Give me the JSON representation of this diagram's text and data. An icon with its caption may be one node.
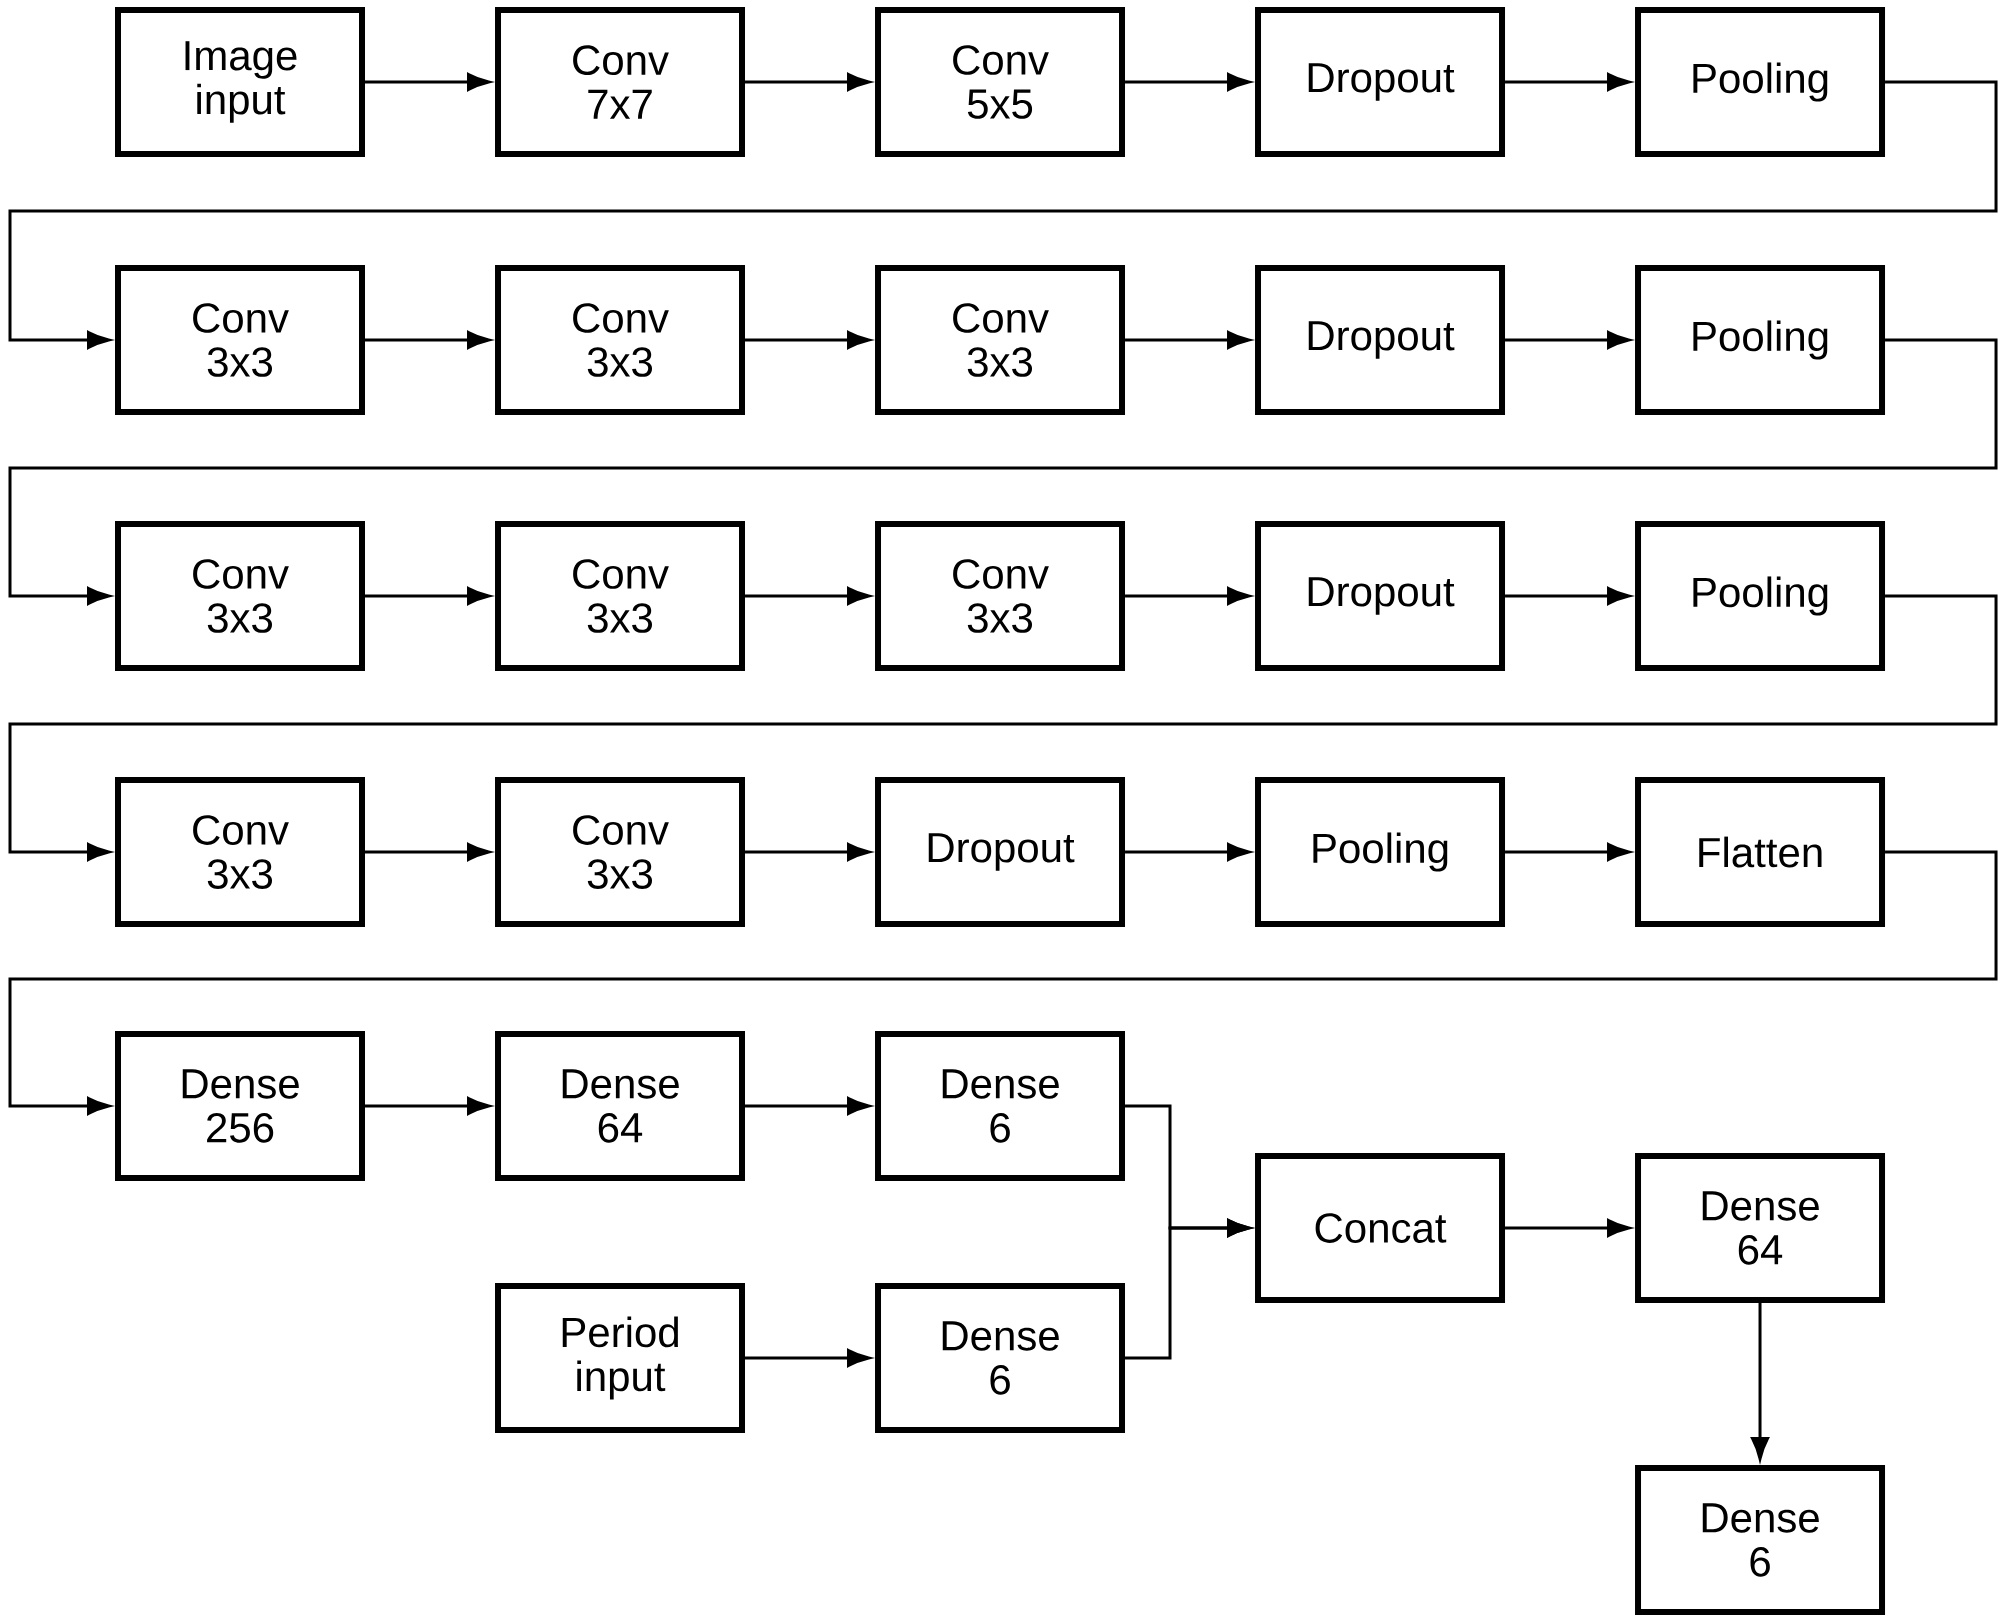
{
  "diagram": {
    "nodes": [
      {
        "text": [
          "Image input"
        ]
      },
      {
        "text": [
          "Conv 7x7"
        ]
      },
      {
        "text": [
          "Conv 5x5"
        ]
      },
      {
        "text": [
          "Dropout"
        ]
      },
      {
        "text": [
          "Pooling"
        ]
      },
      {
        "text": [
          "Conv 3x3"
        ]
      },
      {
        "text": [
          "Conv 3x3"
        ]
      },
      {
        "text": [
          "Conv 3x3"
        ]
      },
      {
        "text": [
          "Dropout"
        ]
      },
      {
        "text": [
          "Pooling"
        ]
      },
      {
        "text": [
          "Conv 3x3"
        ]
      },
      {
        "text": [
          "Conv 3x3"
        ]
      },
      {
        "text": [
          "Conv 3x3"
        ]
      },
      {
        "text": [
          "Dropout"
        ]
      },
      {
        "text": [
          "Pooling"
        ]
      },
      {
        "text": [
          "Conv 3x3"
        ]
      },
      {
        "text": [
          "Conv 3x3"
        ]
      },
      {
        "text": [
          "Dropout"
        ]
      },
      {
        "text": [
          "Pooling"
        ]
      },
      {
        "text": [
          "Flatten"
        ]
      },
      {
        "text": [
          "Dense 256"
        ]
      },
      {
        "text": [
          "Dense 64"
        ]
      },
      {
        "text": [
          "Dense 6"
        ]
      },
      {
        "text": [
          "Concat"
        ]
      },
      {
        "text": [
          "Dense 64"
        ]
      },
      {
        "text": [
          "Period input"
        ]
      },
      {
        "text": [
          "Dense 6"
        ]
      },
      {
        "text": [
          "Dense 6"
        ]
      }
    ],
    "edges": [
      {
        "from": 0,
        "to": 1,
        "arrow": "to"
      },
      {
        "from": 1,
        "to": 2,
        "arrow": "to"
      },
      {
        "from": 2,
        "to": 3,
        "arrow": "to"
      },
      {
        "from": 3,
        "to": 4,
        "arrow": "to"
      },
      {
        "from": 4,
        "to": 5,
        "arrow": "to"
      },
      {
        "from": 5,
        "to": 6,
        "arrow": "to"
      },
      {
        "from": 6,
        "to": 7,
        "arrow": "to"
      },
      {
        "from": 7,
        "to": 8,
        "arrow": "to"
      },
      {
        "from": 8,
        "to": 9,
        "arrow": "to"
      },
      {
        "from": 9,
        "to": 10,
        "arrow": "to"
      },
      {
        "from": 10,
        "to": 11,
        "arrow": "to"
      },
      {
        "from": 11,
        "to": 12,
        "arrow": "to"
      },
      {
        "from": 12,
        "to": 13,
        "arrow": "to"
      },
      {
        "from": 13,
        "to": 14,
        "arrow": "to"
      },
      {
        "from": 14,
        "to": 15,
        "arrow": "to"
      },
      {
        "from": 15,
        "to": 16,
        "arrow": "to"
      },
      {
        "from": 16,
        "to": 17,
        "arrow": "to"
      },
      {
        "from": 17,
        "to": 18,
        "arrow": "to"
      },
      {
        "from": 18,
        "to": 19,
        "arrow": "to"
      },
      {
        "from": 19,
        "to": 20,
        "arrow": "to"
      },
      {
        "from": 20,
        "to": 21,
        "arrow": "to"
      },
      {
        "from": 21,
        "to": 22,
        "arrow": "to"
      },
      {
        "from": 22,
        "to": 23,
        "arrow": "to"
      },
      {
        "from": 26,
        "to": 23,
        "arrow": "to"
      },
      {
        "from": 23,
        "to": 24,
        "arrow": "to"
      },
      {
        "from": 24,
        "to": 27,
        "arrow": "to"
      },
      {
        "from": 25,
        "to": 26,
        "arrow": "to"
      }
    ]
  }
}
